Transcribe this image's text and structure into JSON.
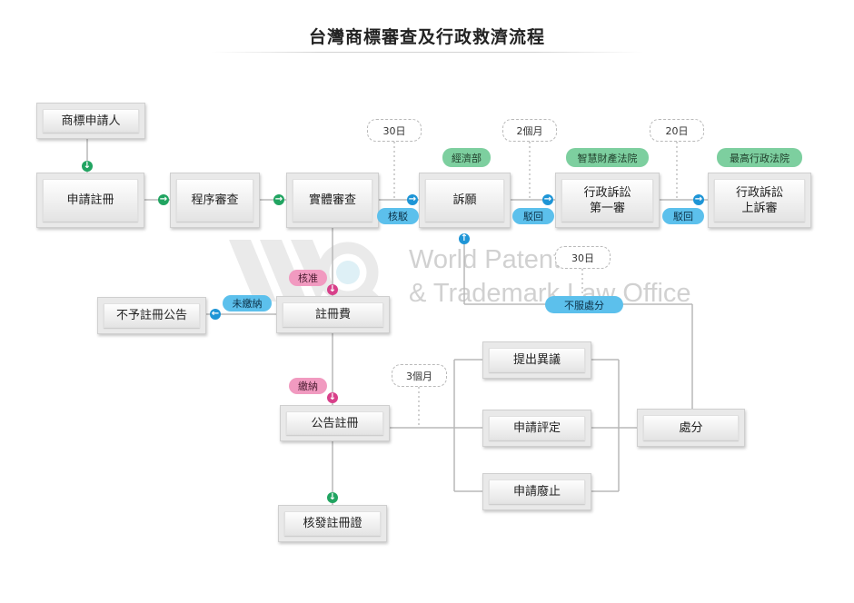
{
  "title": "台灣商標審查及行政救濟流程",
  "watermark": {
    "line1": "World Patent",
    "line2": "& Trademark Law Office"
  },
  "boxes": {
    "applicant": "商標申請人",
    "apply": "申請註冊",
    "formality": "程序審查",
    "substantive": "實體審查",
    "appeal": "訴願",
    "admin1": "行政訴訟\n第一審",
    "admin2": "行政訴訟\n上訴審",
    "reg_fee": "註冊費",
    "no_reg": "不予註冊公告",
    "publish": "公告註冊",
    "certificate": "核發註冊證",
    "opposition": "提出異議",
    "invalidation": "申請評定",
    "cancellation": "申請廢止",
    "decision": "處分"
  },
  "labels": {
    "d30_1": "30日",
    "d2m": "2個月",
    "d20": "20日",
    "d30_2": "30日",
    "d3m": "3個月",
    "moea": "經濟部",
    "ipcourt": "智慧財產法院",
    "sac": "最高行政法院",
    "reject": "核駁",
    "dismiss1": "駁回",
    "dismiss2": "駁回",
    "approve": "核准",
    "unpaid": "未繳納",
    "paid": "繳納",
    "dissatisfied": "不服處分"
  },
  "icons": {
    "arrow_down": "↓",
    "arrow_right": "→",
    "arrow_left": "←",
    "arrow_up": "↑",
    "colors": {
      "green": "#21a461",
      "blue": "#1e95d6",
      "pink": "#d8408a"
    }
  }
}
